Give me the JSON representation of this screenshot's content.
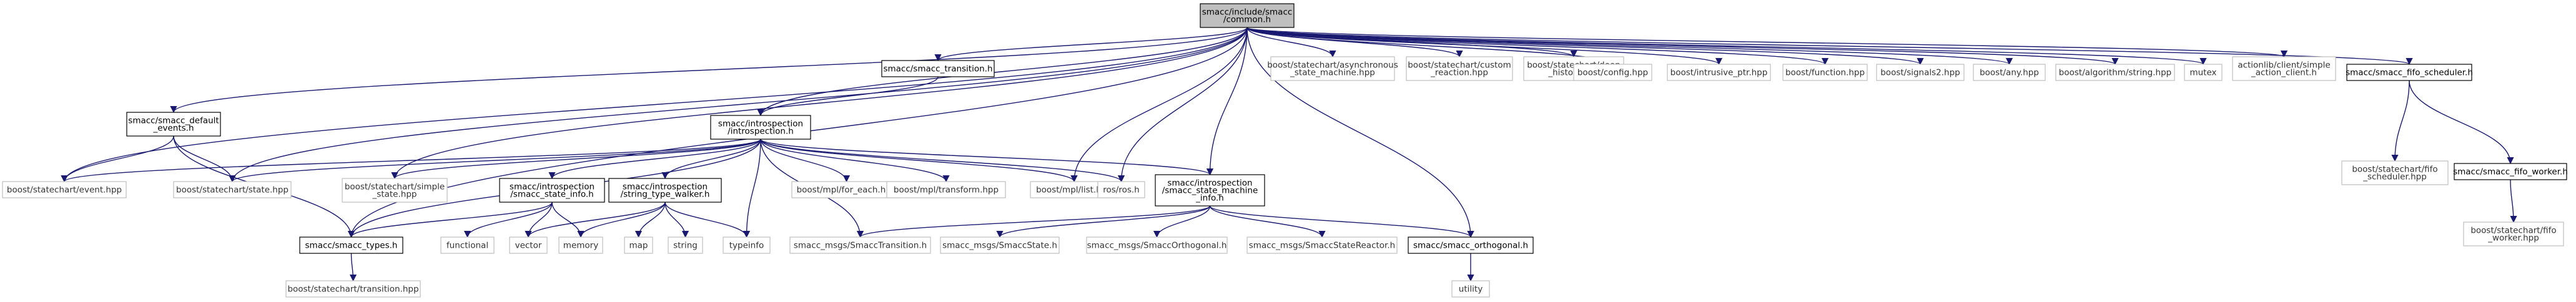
{
  "colors": {
    "edge": "#191970",
    "node_border_primary": "#000000",
    "node_border_secondary": "#bfbfbf",
    "root_fill": "#bfbfbf",
    "node_fill": "#ffffff"
  },
  "nodes": [
    {
      "id": "root",
      "lines": [
        "smacc/include/smacc",
        "/common.h"
      ],
      "style": "root"
    },
    {
      "id": "default_events",
      "lines": [
        "smacc/smacc_default",
        "_events.h"
      ],
      "style": "primary"
    },
    {
      "id": "transition",
      "lines": [
        "smacc/smacc_transition.h"
      ],
      "style": "primary"
    },
    {
      "id": "async_sm",
      "lines": [
        "boost/statechart/asynchronous",
        "_state_machine.hpp"
      ],
      "style": "secondary"
    },
    {
      "id": "custom_reaction",
      "lines": [
        "boost/statechart/custom",
        "_reaction.hpp"
      ],
      "style": "secondary"
    },
    {
      "id": "deep_history",
      "lines": [
        "boost/statechart/deep",
        "_history.hpp"
      ],
      "style": "secondary"
    },
    {
      "id": "config",
      "lines": [
        "boost/config.hpp"
      ],
      "style": "secondary"
    },
    {
      "id": "intrusive_ptr",
      "lines": [
        "boost/intrusive_ptr.hpp"
      ],
      "style": "secondary"
    },
    {
      "id": "function",
      "lines": [
        "boost/function.hpp"
      ],
      "style": "secondary"
    },
    {
      "id": "signals2",
      "lines": [
        "boost/signals2.hpp"
      ],
      "style": "secondary"
    },
    {
      "id": "any",
      "lines": [
        "boost/any.hpp"
      ],
      "style": "secondary"
    },
    {
      "id": "algorithm_string",
      "lines": [
        "boost/algorithm/string.hpp"
      ],
      "style": "secondary"
    },
    {
      "id": "mutex",
      "lines": [
        "mutex"
      ],
      "style": "secondary"
    },
    {
      "id": "simple_action_client",
      "lines": [
        "actionlib/client/simple",
        "_action_client.h"
      ],
      "style": "secondary"
    },
    {
      "id": "fifo_scheduler",
      "lines": [
        "smacc/smacc_fifo_scheduler.h"
      ],
      "style": "primary"
    },
    {
      "id": "introspection",
      "lines": [
        "smacc/introspection",
        "/introspection.h"
      ],
      "style": "primary"
    },
    {
      "id": "sc_fifo_scheduler",
      "lines": [
        "boost/statechart/fifo",
        "_scheduler.hpp"
      ],
      "style": "secondary"
    },
    {
      "id": "fifo_worker",
      "lines": [
        "smacc/smacc_fifo_worker.h"
      ],
      "style": "primary"
    },
    {
      "id": "sc_fifo_worker",
      "lines": [
        "boost/statechart/fifo",
        "_worker.hpp"
      ],
      "style": "secondary"
    },
    {
      "id": "event",
      "lines": [
        "boost/statechart/event.hpp"
      ],
      "style": "secondary"
    },
    {
      "id": "state",
      "lines": [
        "boost/statechart/state.hpp"
      ],
      "style": "secondary"
    },
    {
      "id": "simple_state",
      "lines": [
        "boost/statechart/simple",
        "_state.hpp"
      ],
      "style": "secondary"
    },
    {
      "id": "state_info",
      "lines": [
        "smacc/introspection",
        "/smacc_state_info.h"
      ],
      "style": "primary"
    },
    {
      "id": "string_type_walker",
      "lines": [
        "smacc/introspection",
        "/string_type_walker.h"
      ],
      "style": "primary"
    },
    {
      "id": "for_each",
      "lines": [
        "boost/mpl/for_each.hpp"
      ],
      "style": "secondary"
    },
    {
      "id": "transform",
      "lines": [
        "boost/mpl/transform.hpp"
      ],
      "style": "secondary"
    },
    {
      "id": "mpl_list",
      "lines": [
        "boost/mpl/list.hpp"
      ],
      "style": "secondary"
    },
    {
      "id": "ros",
      "lines": [
        "ros/ros.h"
      ],
      "style": "secondary"
    },
    {
      "id": "state_machine_info",
      "lines": [
        "smacc/introspection",
        "/smacc_state_machine",
        "_info.h"
      ],
      "style": "primary"
    },
    {
      "id": "types",
      "lines": [
        "smacc/smacc_types.h"
      ],
      "style": "primary"
    },
    {
      "id": "functional",
      "lines": [
        "functional"
      ],
      "style": "secondary"
    },
    {
      "id": "vector",
      "lines": [
        "vector"
      ],
      "style": "secondary"
    },
    {
      "id": "memory",
      "lines": [
        "memory"
      ],
      "style": "secondary"
    },
    {
      "id": "map",
      "lines": [
        "map"
      ],
      "style": "secondary"
    },
    {
      "id": "string",
      "lines": [
        "string"
      ],
      "style": "secondary"
    },
    {
      "id": "typeinfo",
      "lines": [
        "typeinfo"
      ],
      "style": "secondary"
    },
    {
      "id": "msg_transition",
      "lines": [
        "smacc_msgs/SmaccTransition.h"
      ],
      "style": "secondary"
    },
    {
      "id": "msg_state",
      "lines": [
        "smacc_msgs/SmaccState.h"
      ],
      "style": "secondary"
    },
    {
      "id": "msg_orthogonal",
      "lines": [
        "smacc_msgs/SmaccOrthogonal.h"
      ],
      "style": "secondary"
    },
    {
      "id": "msg_state_reactor",
      "lines": [
        "smacc_msgs/SmaccStateReactor.h"
      ],
      "style": "secondary"
    },
    {
      "id": "orthogonal",
      "lines": [
        "smacc/smacc_orthogonal.h"
      ],
      "style": "primary"
    },
    {
      "id": "sc_transition",
      "lines": [
        "boost/statechart/transition.hpp"
      ],
      "style": "secondary"
    },
    {
      "id": "utility",
      "lines": [
        "utility"
      ],
      "style": "secondary"
    }
  ],
  "edges": [
    [
      "root",
      "default_events"
    ],
    [
      "root",
      "transition"
    ],
    [
      "root",
      "async_sm"
    ],
    [
      "root",
      "custom_reaction"
    ],
    [
      "root",
      "deep_history"
    ],
    [
      "root",
      "config"
    ],
    [
      "root",
      "intrusive_ptr"
    ],
    [
      "root",
      "function"
    ],
    [
      "root",
      "signals2"
    ],
    [
      "root",
      "any"
    ],
    [
      "root",
      "algorithm_string"
    ],
    [
      "root",
      "mutex"
    ],
    [
      "root",
      "simple_action_client"
    ],
    [
      "root",
      "fifo_scheduler"
    ],
    [
      "root",
      "introspection"
    ],
    [
      "root",
      "event"
    ],
    [
      "root",
      "state"
    ],
    [
      "root",
      "simple_state"
    ],
    [
      "root",
      "mpl_list"
    ],
    [
      "root",
      "ros"
    ],
    [
      "root",
      "types"
    ],
    [
      "root",
      "state_machine_info"
    ],
    [
      "root",
      "orthogonal"
    ],
    [
      "default_events",
      "event"
    ],
    [
      "default_events",
      "state"
    ],
    [
      "default_events",
      "types"
    ],
    [
      "transition",
      "introspection"
    ],
    [
      "fifo_scheduler",
      "sc_fifo_scheduler"
    ],
    [
      "fifo_scheduler",
      "fifo_worker"
    ],
    [
      "fifo_worker",
      "sc_fifo_worker"
    ],
    [
      "introspection",
      "event"
    ],
    [
      "introspection",
      "state"
    ],
    [
      "introspection",
      "simple_state"
    ],
    [
      "introspection",
      "state_info"
    ],
    [
      "introspection",
      "string_type_walker"
    ],
    [
      "introspection",
      "for_each"
    ],
    [
      "introspection",
      "transform"
    ],
    [
      "introspection",
      "mpl_list"
    ],
    [
      "introspection",
      "ros"
    ],
    [
      "introspection",
      "state_machine_info"
    ],
    [
      "introspection",
      "types"
    ],
    [
      "introspection",
      "typeinfo"
    ],
    [
      "introspection",
      "msg_transition"
    ],
    [
      "state_info",
      "types"
    ],
    [
      "state_info",
      "functional"
    ],
    [
      "state_info",
      "vector"
    ],
    [
      "state_info",
      "memory"
    ],
    [
      "string_type_walker",
      "vector"
    ],
    [
      "string_type_walker",
      "memory"
    ],
    [
      "string_type_walker",
      "map"
    ],
    [
      "string_type_walker",
      "string"
    ],
    [
      "string_type_walker",
      "typeinfo"
    ],
    [
      "state_machine_info",
      "msg_transition"
    ],
    [
      "state_machine_info",
      "msg_state"
    ],
    [
      "state_machine_info",
      "msg_orthogonal"
    ],
    [
      "state_machine_info",
      "msg_state_reactor"
    ],
    [
      "state_machine_info",
      "orthogonal"
    ],
    [
      "types",
      "sc_transition"
    ],
    [
      "orthogonal",
      "utility"
    ]
  ]
}
